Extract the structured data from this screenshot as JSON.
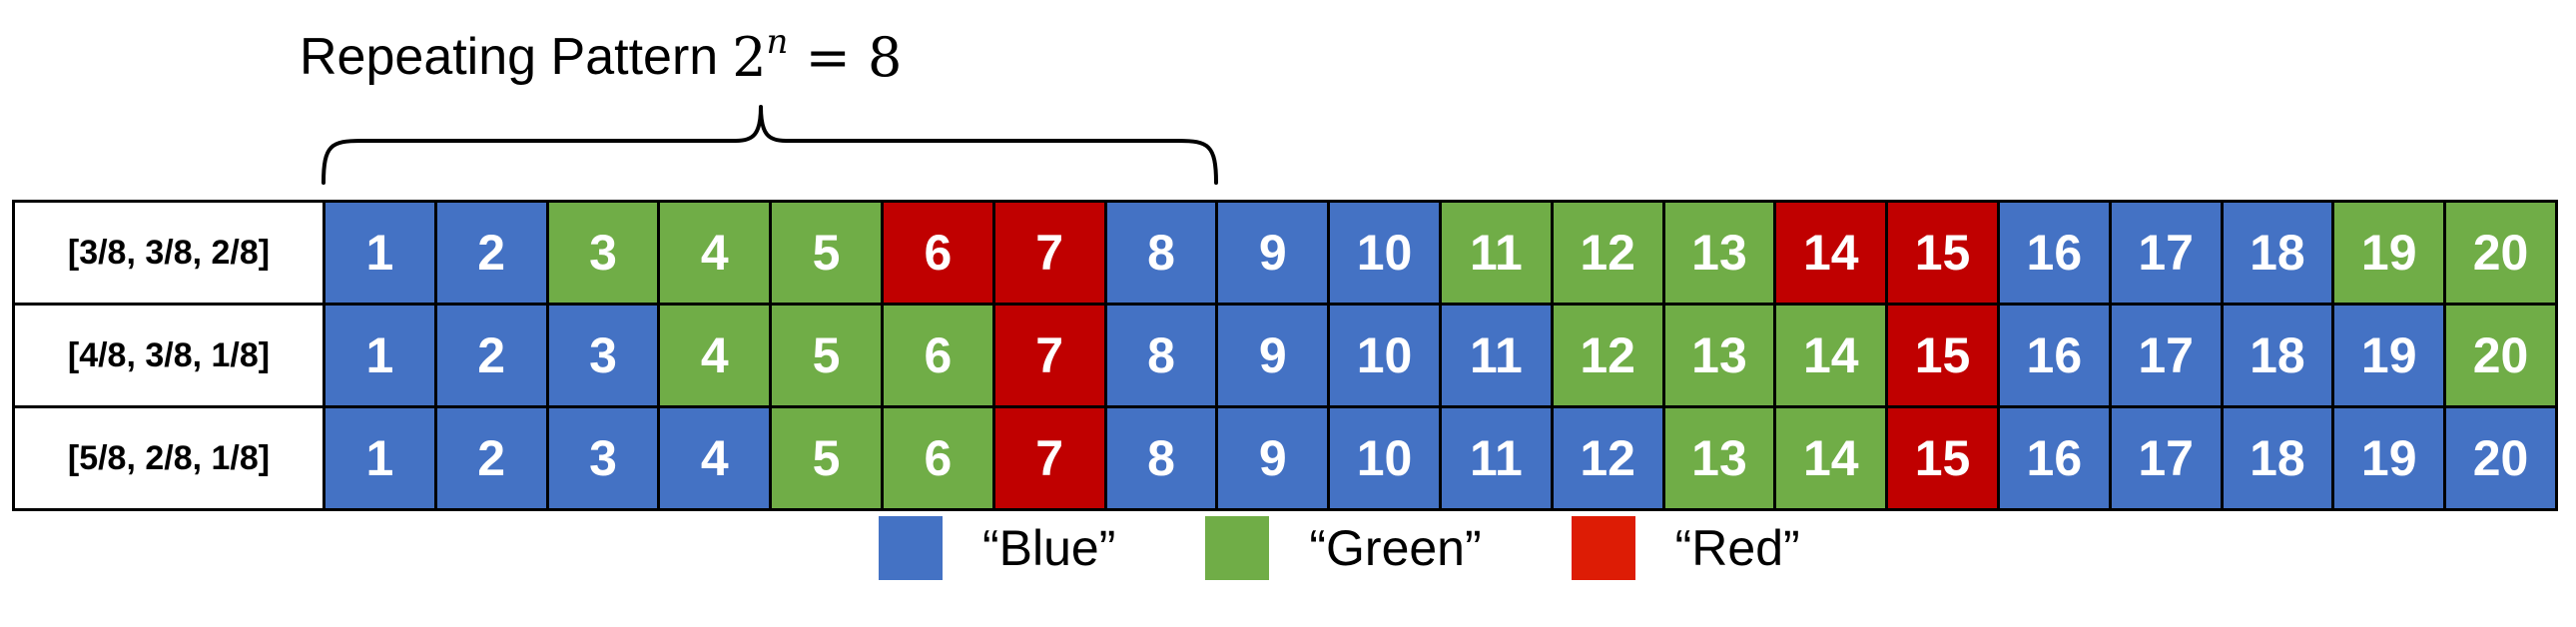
{
  "header": {
    "title_text": "Repeating Pattern",
    "formula_base": "2",
    "formula_exponent": "n",
    "formula_rest": "= 8"
  },
  "colors": {
    "blue": "#4472C4",
    "green": "#70AD47",
    "red": "#C00000",
    "legend_red": "#DD1C05"
  },
  "rows": [
    {
      "label": "[3/8, 3/8, 2/8]",
      "cells": [
        {
          "num": "1",
          "color": "blue"
        },
        {
          "num": "2",
          "color": "blue"
        },
        {
          "num": "3",
          "color": "green"
        },
        {
          "num": "4",
          "color": "green"
        },
        {
          "num": "5",
          "color": "green"
        },
        {
          "num": "6",
          "color": "red"
        },
        {
          "num": "7",
          "color": "red"
        },
        {
          "num": "8",
          "color": "blue"
        },
        {
          "num": "9",
          "color": "blue"
        },
        {
          "num": "10",
          "color": "blue"
        },
        {
          "num": "11",
          "color": "green"
        },
        {
          "num": "12",
          "color": "green"
        },
        {
          "num": "13",
          "color": "green"
        },
        {
          "num": "14",
          "color": "red"
        },
        {
          "num": "15",
          "color": "red"
        },
        {
          "num": "16",
          "color": "blue"
        },
        {
          "num": "17",
          "color": "blue"
        },
        {
          "num": "18",
          "color": "blue"
        },
        {
          "num": "19",
          "color": "green"
        },
        {
          "num": "20",
          "color": "green"
        }
      ]
    },
    {
      "label": "[4/8, 3/8, 1/8]",
      "cells": [
        {
          "num": "1",
          "color": "blue"
        },
        {
          "num": "2",
          "color": "blue"
        },
        {
          "num": "3",
          "color": "blue"
        },
        {
          "num": "4",
          "color": "green"
        },
        {
          "num": "5",
          "color": "green"
        },
        {
          "num": "6",
          "color": "green"
        },
        {
          "num": "7",
          "color": "red"
        },
        {
          "num": "8",
          "color": "blue"
        },
        {
          "num": "9",
          "color": "blue"
        },
        {
          "num": "10",
          "color": "blue"
        },
        {
          "num": "11",
          "color": "blue"
        },
        {
          "num": "12",
          "color": "green"
        },
        {
          "num": "13",
          "color": "green"
        },
        {
          "num": "14",
          "color": "green"
        },
        {
          "num": "15",
          "color": "red"
        },
        {
          "num": "16",
          "color": "blue"
        },
        {
          "num": "17",
          "color": "blue"
        },
        {
          "num": "18",
          "color": "blue"
        },
        {
          "num": "19",
          "color": "blue"
        },
        {
          "num": "20",
          "color": "green"
        }
      ]
    },
    {
      "label": "[5/8, 2/8, 1/8]",
      "cells": [
        {
          "num": "1",
          "color": "blue"
        },
        {
          "num": "2",
          "color": "blue"
        },
        {
          "num": "3",
          "color": "blue"
        },
        {
          "num": "4",
          "color": "blue"
        },
        {
          "num": "5",
          "color": "green"
        },
        {
          "num": "6",
          "color": "green"
        },
        {
          "num": "7",
          "color": "red"
        },
        {
          "num": "8",
          "color": "blue"
        },
        {
          "num": "9",
          "color": "blue"
        },
        {
          "num": "10",
          "color": "blue"
        },
        {
          "num": "11",
          "color": "blue"
        },
        {
          "num": "12",
          "color": "blue"
        },
        {
          "num": "13",
          "color": "green"
        },
        {
          "num": "14",
          "color": "green"
        },
        {
          "num": "15",
          "color": "red"
        },
        {
          "num": "16",
          "color": "blue"
        },
        {
          "num": "17",
          "color": "blue"
        },
        {
          "num": "18",
          "color": "blue"
        },
        {
          "num": "19",
          "color": "blue"
        },
        {
          "num": "20",
          "color": "blue"
        }
      ]
    }
  ],
  "legend": [
    {
      "label": "“Blue”",
      "color": "blue"
    },
    {
      "label": "“Green”",
      "color": "green"
    },
    {
      "label": "“Red”",
      "color": "legend_red"
    }
  ]
}
